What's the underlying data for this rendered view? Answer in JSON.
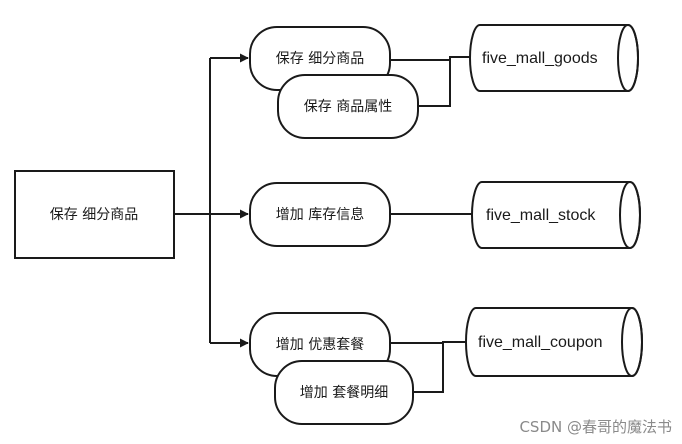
{
  "nodes": {
    "source": "保存 细分商品",
    "save_subgoods": "保存 细分商品",
    "save_attr": "保存 商品属性",
    "add_stock": "增加 库存信息",
    "add_coupon": "增加 优惠套餐",
    "add_coupon_detail": "增加 套餐明细"
  },
  "databases": {
    "goods": "five_mall_goods",
    "stock": "five_mall_stock",
    "coupon": "five_mall_coupon"
  },
  "watermark": "CSDN @春哥的魔法书"
}
